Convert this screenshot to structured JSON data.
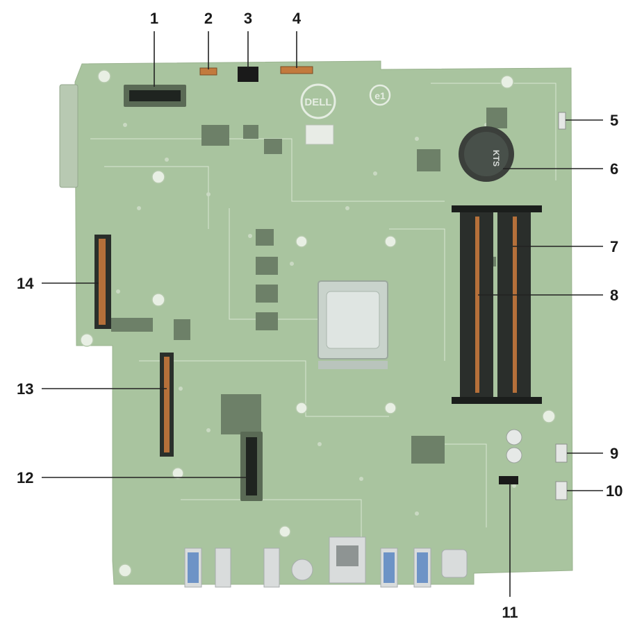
{
  "diagram": {
    "callouts": [
      {
        "id": 1,
        "label": "1"
      },
      {
        "id": 2,
        "label": "2"
      },
      {
        "id": 3,
        "label": "3"
      },
      {
        "id": 4,
        "label": "4"
      },
      {
        "id": 5,
        "label": "5"
      },
      {
        "id": 6,
        "label": "6"
      },
      {
        "id": 7,
        "label": "7"
      },
      {
        "id": 8,
        "label": "8"
      },
      {
        "id": 9,
        "label": "9"
      },
      {
        "id": 10,
        "label": "10"
      },
      {
        "id": 11,
        "label": "11"
      },
      {
        "id": 12,
        "label": "12"
      },
      {
        "id": 13,
        "label": "13"
      },
      {
        "id": 14,
        "label": "14"
      }
    ],
    "board_marks": {
      "logo": "DELL",
      "badge": "e1",
      "battery_text": "KTS"
    },
    "colors": {
      "board": "#a9c49f",
      "leader": "#222222",
      "label": "#1a1a1a"
    }
  }
}
